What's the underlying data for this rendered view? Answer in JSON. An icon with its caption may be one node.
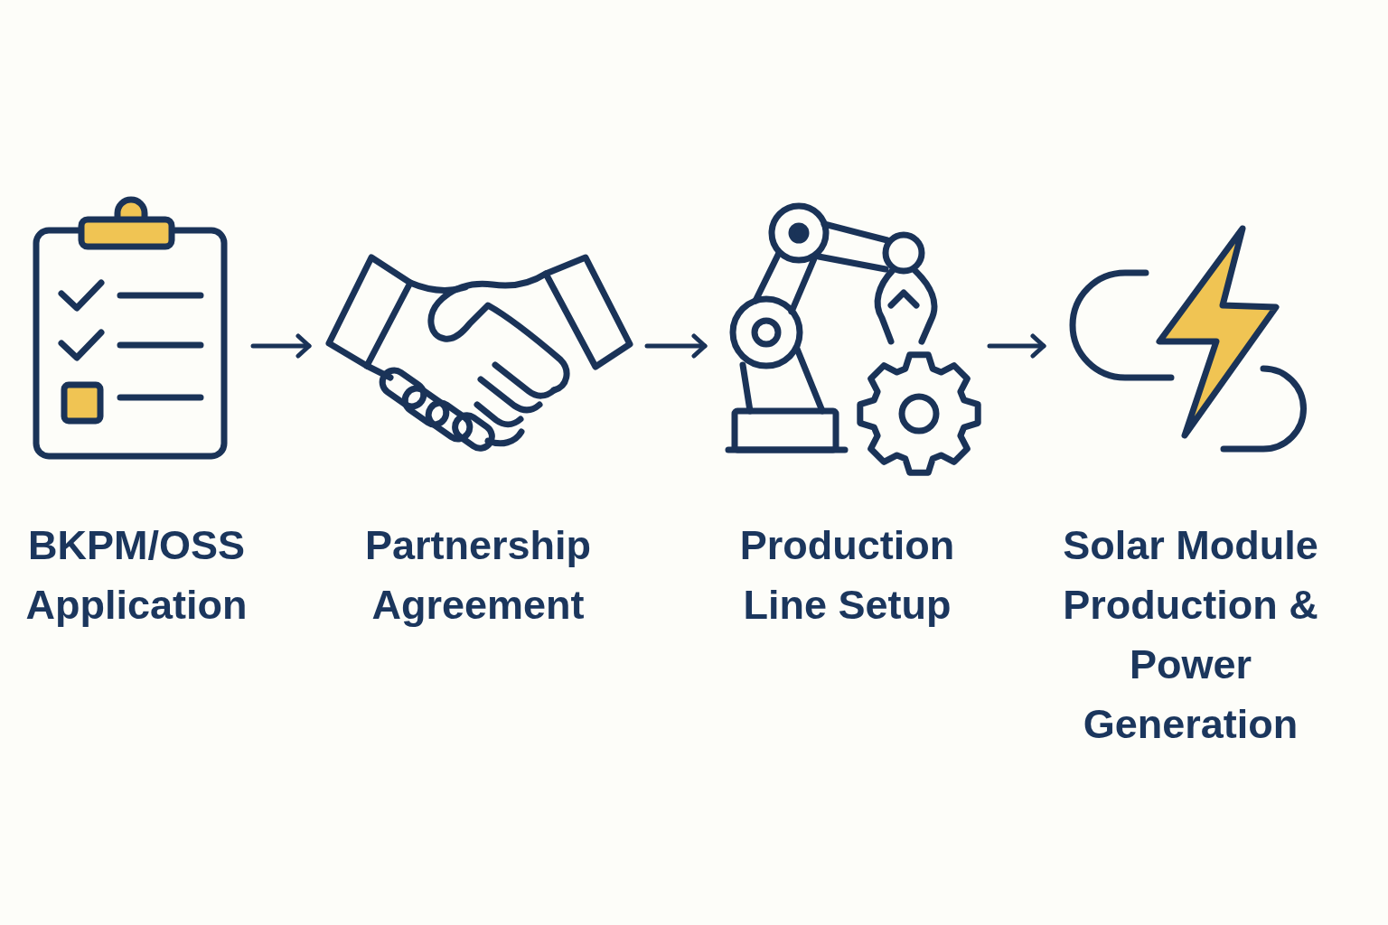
{
  "diagram": {
    "nodes": [
      {
        "text": [
          "BKPM/OSS Application"
        ]
      },
      {
        "text": [
          "Partnership Agreement"
        ]
      },
      {
        "text": [
          "Production Line Setup"
        ]
      },
      {
        "text": [
          "Solar Module Production & Power Generation"
        ]
      }
    ],
    "edges": [
      {
        "from": 0,
        "to": 1,
        "arrow": "to"
      },
      {
        "from": 1,
        "to": 2,
        "arrow": "to"
      },
      {
        "from": 2,
        "to": 3,
        "arrow": "to"
      }
    ]
  }
}
